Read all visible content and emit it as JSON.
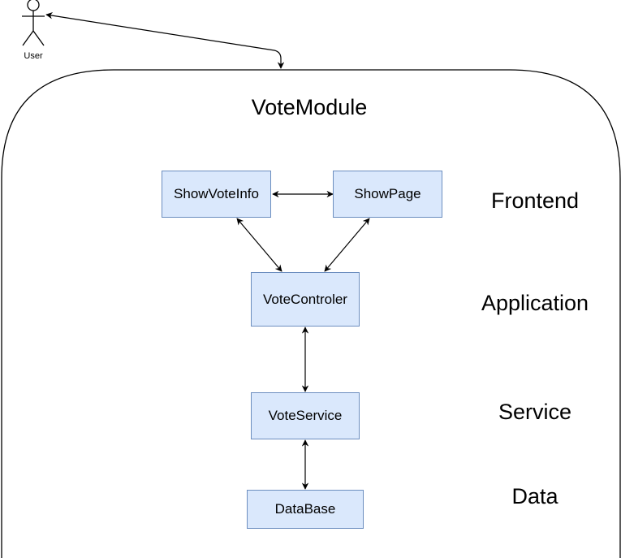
{
  "diagram": {
    "module_title": "VoteModule",
    "actor": {
      "label": "User",
      "icon": "stick-figure-icon"
    },
    "components": {
      "show_vote_info": "ShowVoteInfo",
      "show_page": "ShowPage",
      "vote_controler": "VoteControler",
      "vote_service": "VoteService",
      "database": "DataBase"
    },
    "layers": {
      "frontend": "Frontend",
      "application": "Application",
      "service": "Service",
      "data": "Data"
    },
    "colors": {
      "box_fill": "#dae8fc",
      "box_border": "#6c8ebf",
      "line": "#000000"
    }
  }
}
